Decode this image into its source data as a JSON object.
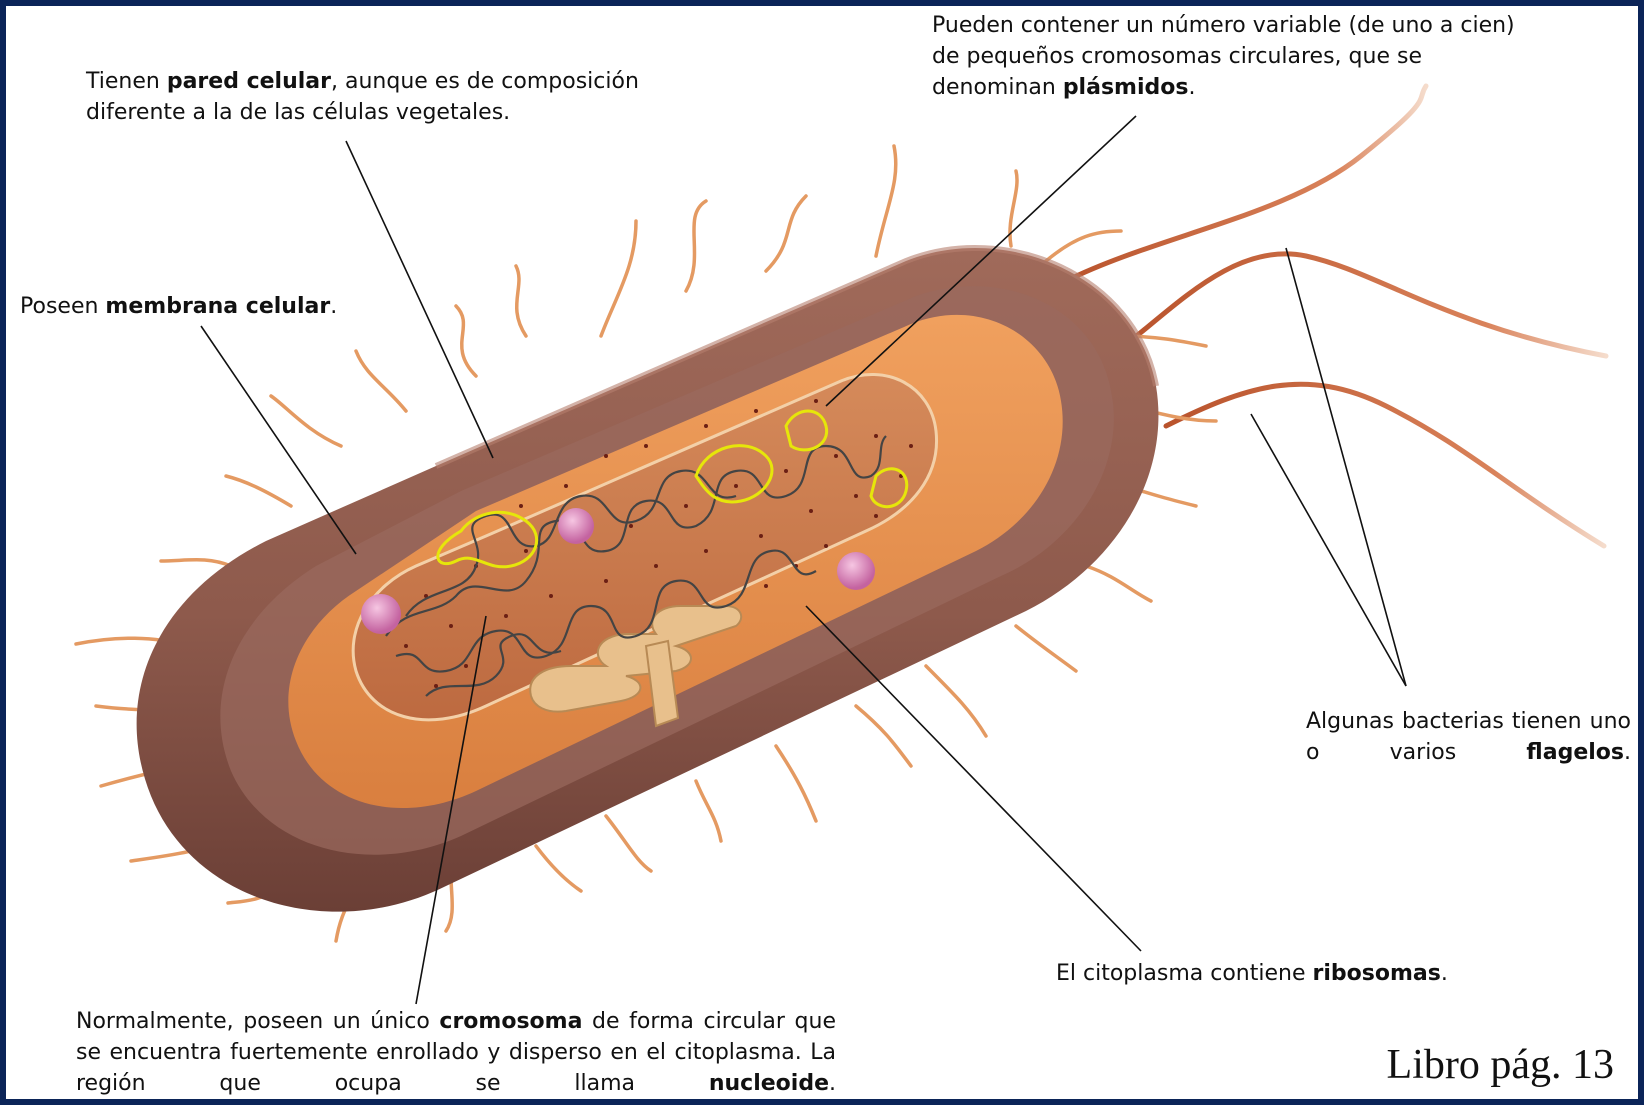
{
  "labels": {
    "wall": {
      "before": "Tienen ",
      "bold": "pared celular",
      "after": ", aunque es de composición diferente a la de las células vegetales."
    },
    "membrane": {
      "before": "Poseen ",
      "bold": "membrana celular",
      "after": "."
    },
    "plasmids": {
      "before": "Pueden contener un número variable (de uno a cien) de pequeños cromosomas circulares, que se denominan ",
      "bold": "plásmidos",
      "after": "."
    },
    "flagella": {
      "before": "Algunas bacterias tienen uno o varios ",
      "bold": "flagelos",
      "after": "."
    },
    "cytoplasm": {
      "before": "El citoplasma contiene ",
      "bold": "ribosomas",
      "after": "."
    },
    "chromosome": {
      "before": "Normalmente, poseen un único ",
      "bold": "cromosoma",
      "after": " de forma circular que se encuentra fuertemente enrollado y disperso en el citoplasma. La región que ocupa se llama ",
      "bold2": "nucleoide",
      "after2": "."
    }
  },
  "page_ref": "Libro pág. 13",
  "colors": {
    "background": "#0b2458",
    "wall": "#8e5a4c",
    "membrane": "#e8924f",
    "cytoplasm": "#c9744a",
    "pili": "#e49a62",
    "flagella": "#c45a30",
    "plasmid": "#e6e60a",
    "chromosome": "#444444"
  },
  "icons": [
    "bacterium-illustration"
  ]
}
